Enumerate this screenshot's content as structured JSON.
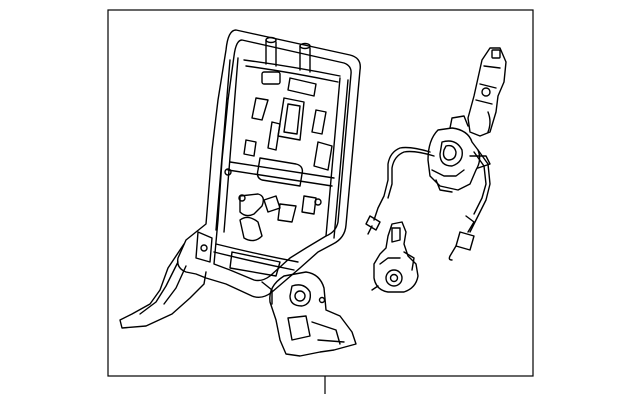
{
  "diagram": {
    "labels": [],
    "colors": {
      "line": "#000000",
      "background": "#ffffff"
    },
    "parts": [
      "seat-back-frame",
      "recliner-adjuster-assembly",
      "latch-cable-assembly",
      "striker-bracket"
    ]
  }
}
